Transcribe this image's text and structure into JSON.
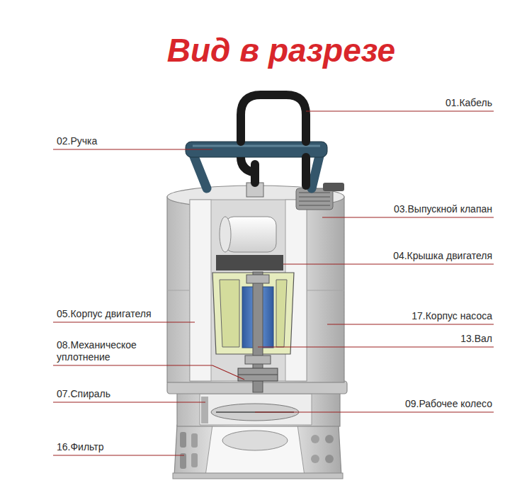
{
  "diagram": {
    "title": "Вид в разрезе",
    "labels": [
      "01.Кабель",
      "02.Ручка",
      "03.Выпускной клапан",
      "04.Крышка двигателя",
      "05.Корпус двигателя",
      "17.Корпус насоса",
      "08.Механическое уплотнение",
      "13.Вал",
      "07.Спираль",
      "09.Рабочее колесо",
      "16.Фильтр"
    ]
  }
}
